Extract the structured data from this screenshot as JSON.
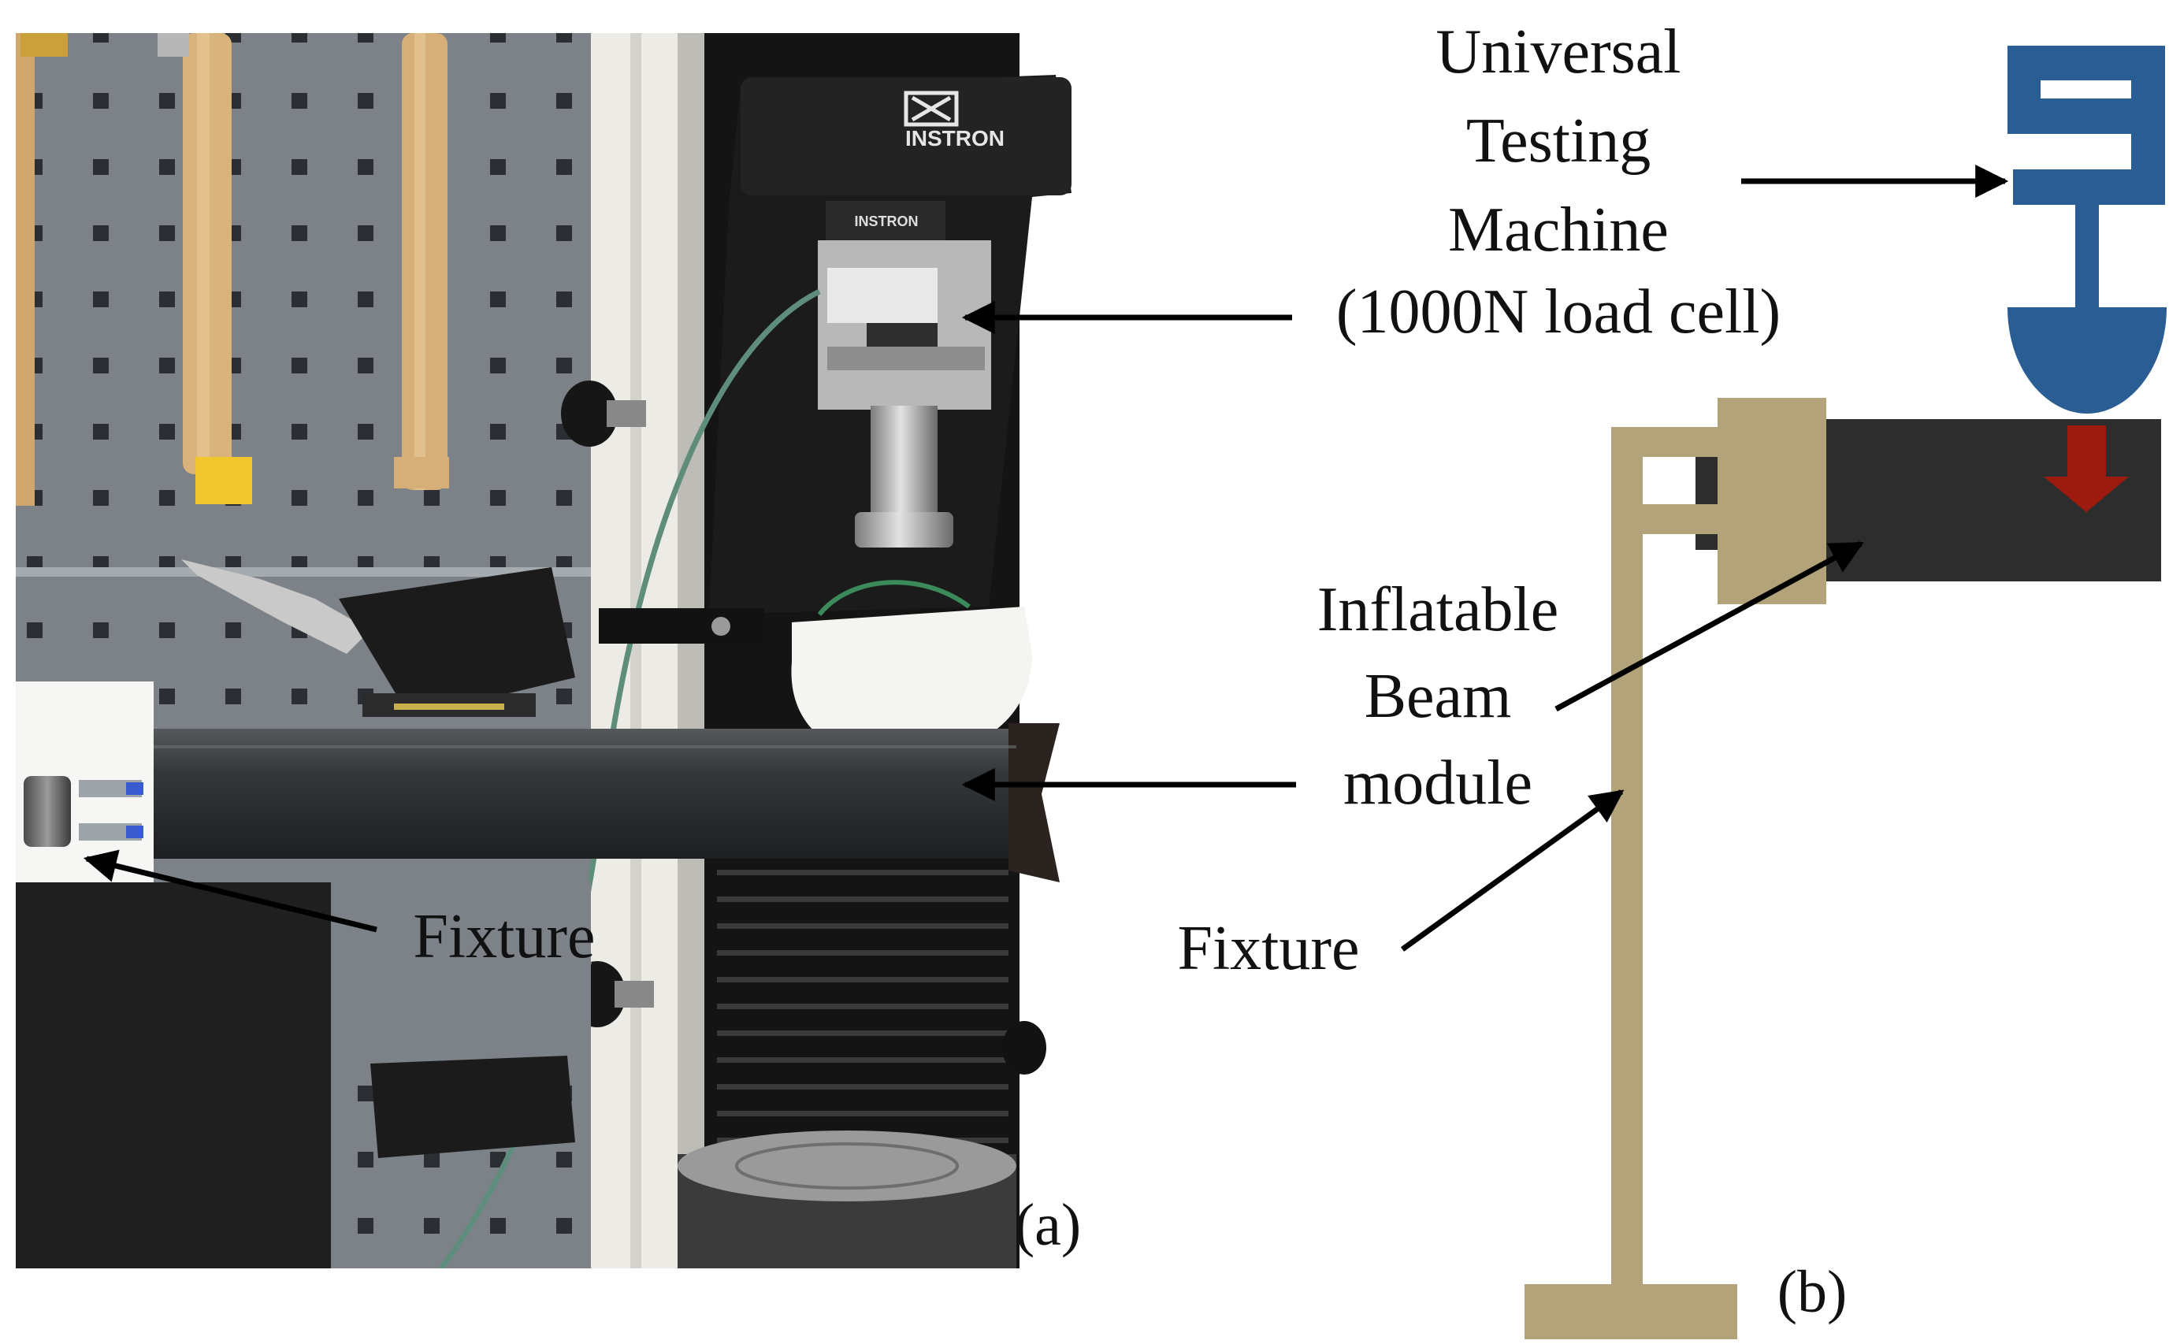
{
  "photo": {
    "label_fixture": "Fixture",
    "panel_tag": "(a)",
    "brand_logo_text": "INSTRON",
    "load_cell_brand": "INSTRON"
  },
  "schematic": {
    "label_machine_lines": [
      "Universal",
      "Testing",
      "Machine",
      "(1000N load cell)"
    ],
    "label_beam_lines": [
      "Inflatable",
      "Beam",
      "module"
    ],
    "label_fixture": "Fixture",
    "panel_tag": "(b)"
  },
  "colors": {
    "machine_blue": "#2a5d94",
    "fixture_khaki": "#b2a37a",
    "beam_dark": "#2d2d2d",
    "force_arrow_red": "#9c1b0e",
    "pegboard_gray": "#7c8287",
    "column_black": "#141414",
    "arrow_black": "#000000"
  }
}
